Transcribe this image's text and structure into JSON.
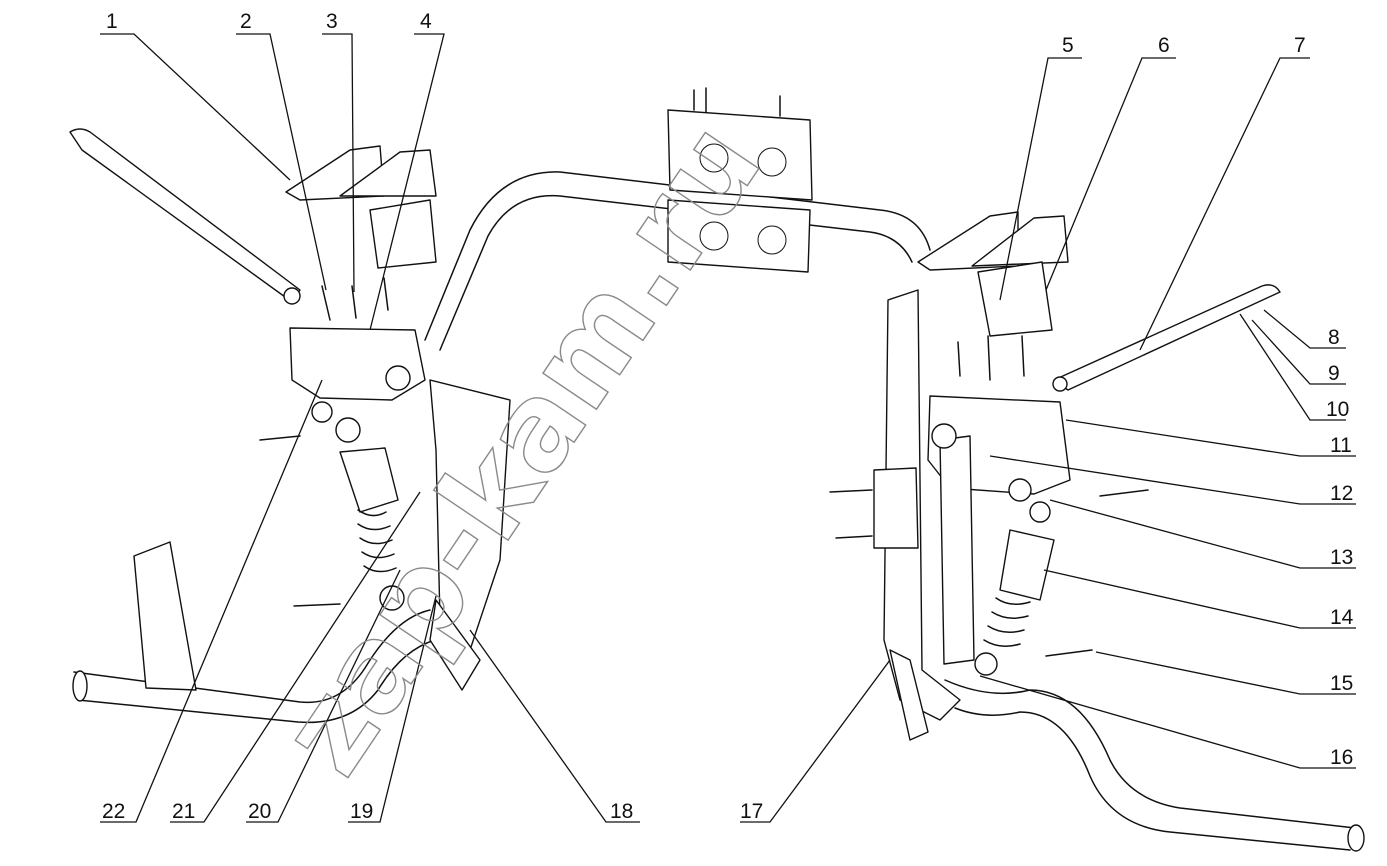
{
  "watermark": "zap-kam.ru",
  "callouts": [
    "1",
    "2",
    "3",
    "4",
    "5",
    "6",
    "7",
    "8",
    "9",
    "10",
    "11",
    "12",
    "13",
    "14",
    "15",
    "16",
    "17",
    "18",
    "19",
    "20",
    "21",
    "22"
  ],
  "colors": {
    "line": "#111111",
    "background": "#ffffff",
    "watermark": "#8a8a8a"
  }
}
